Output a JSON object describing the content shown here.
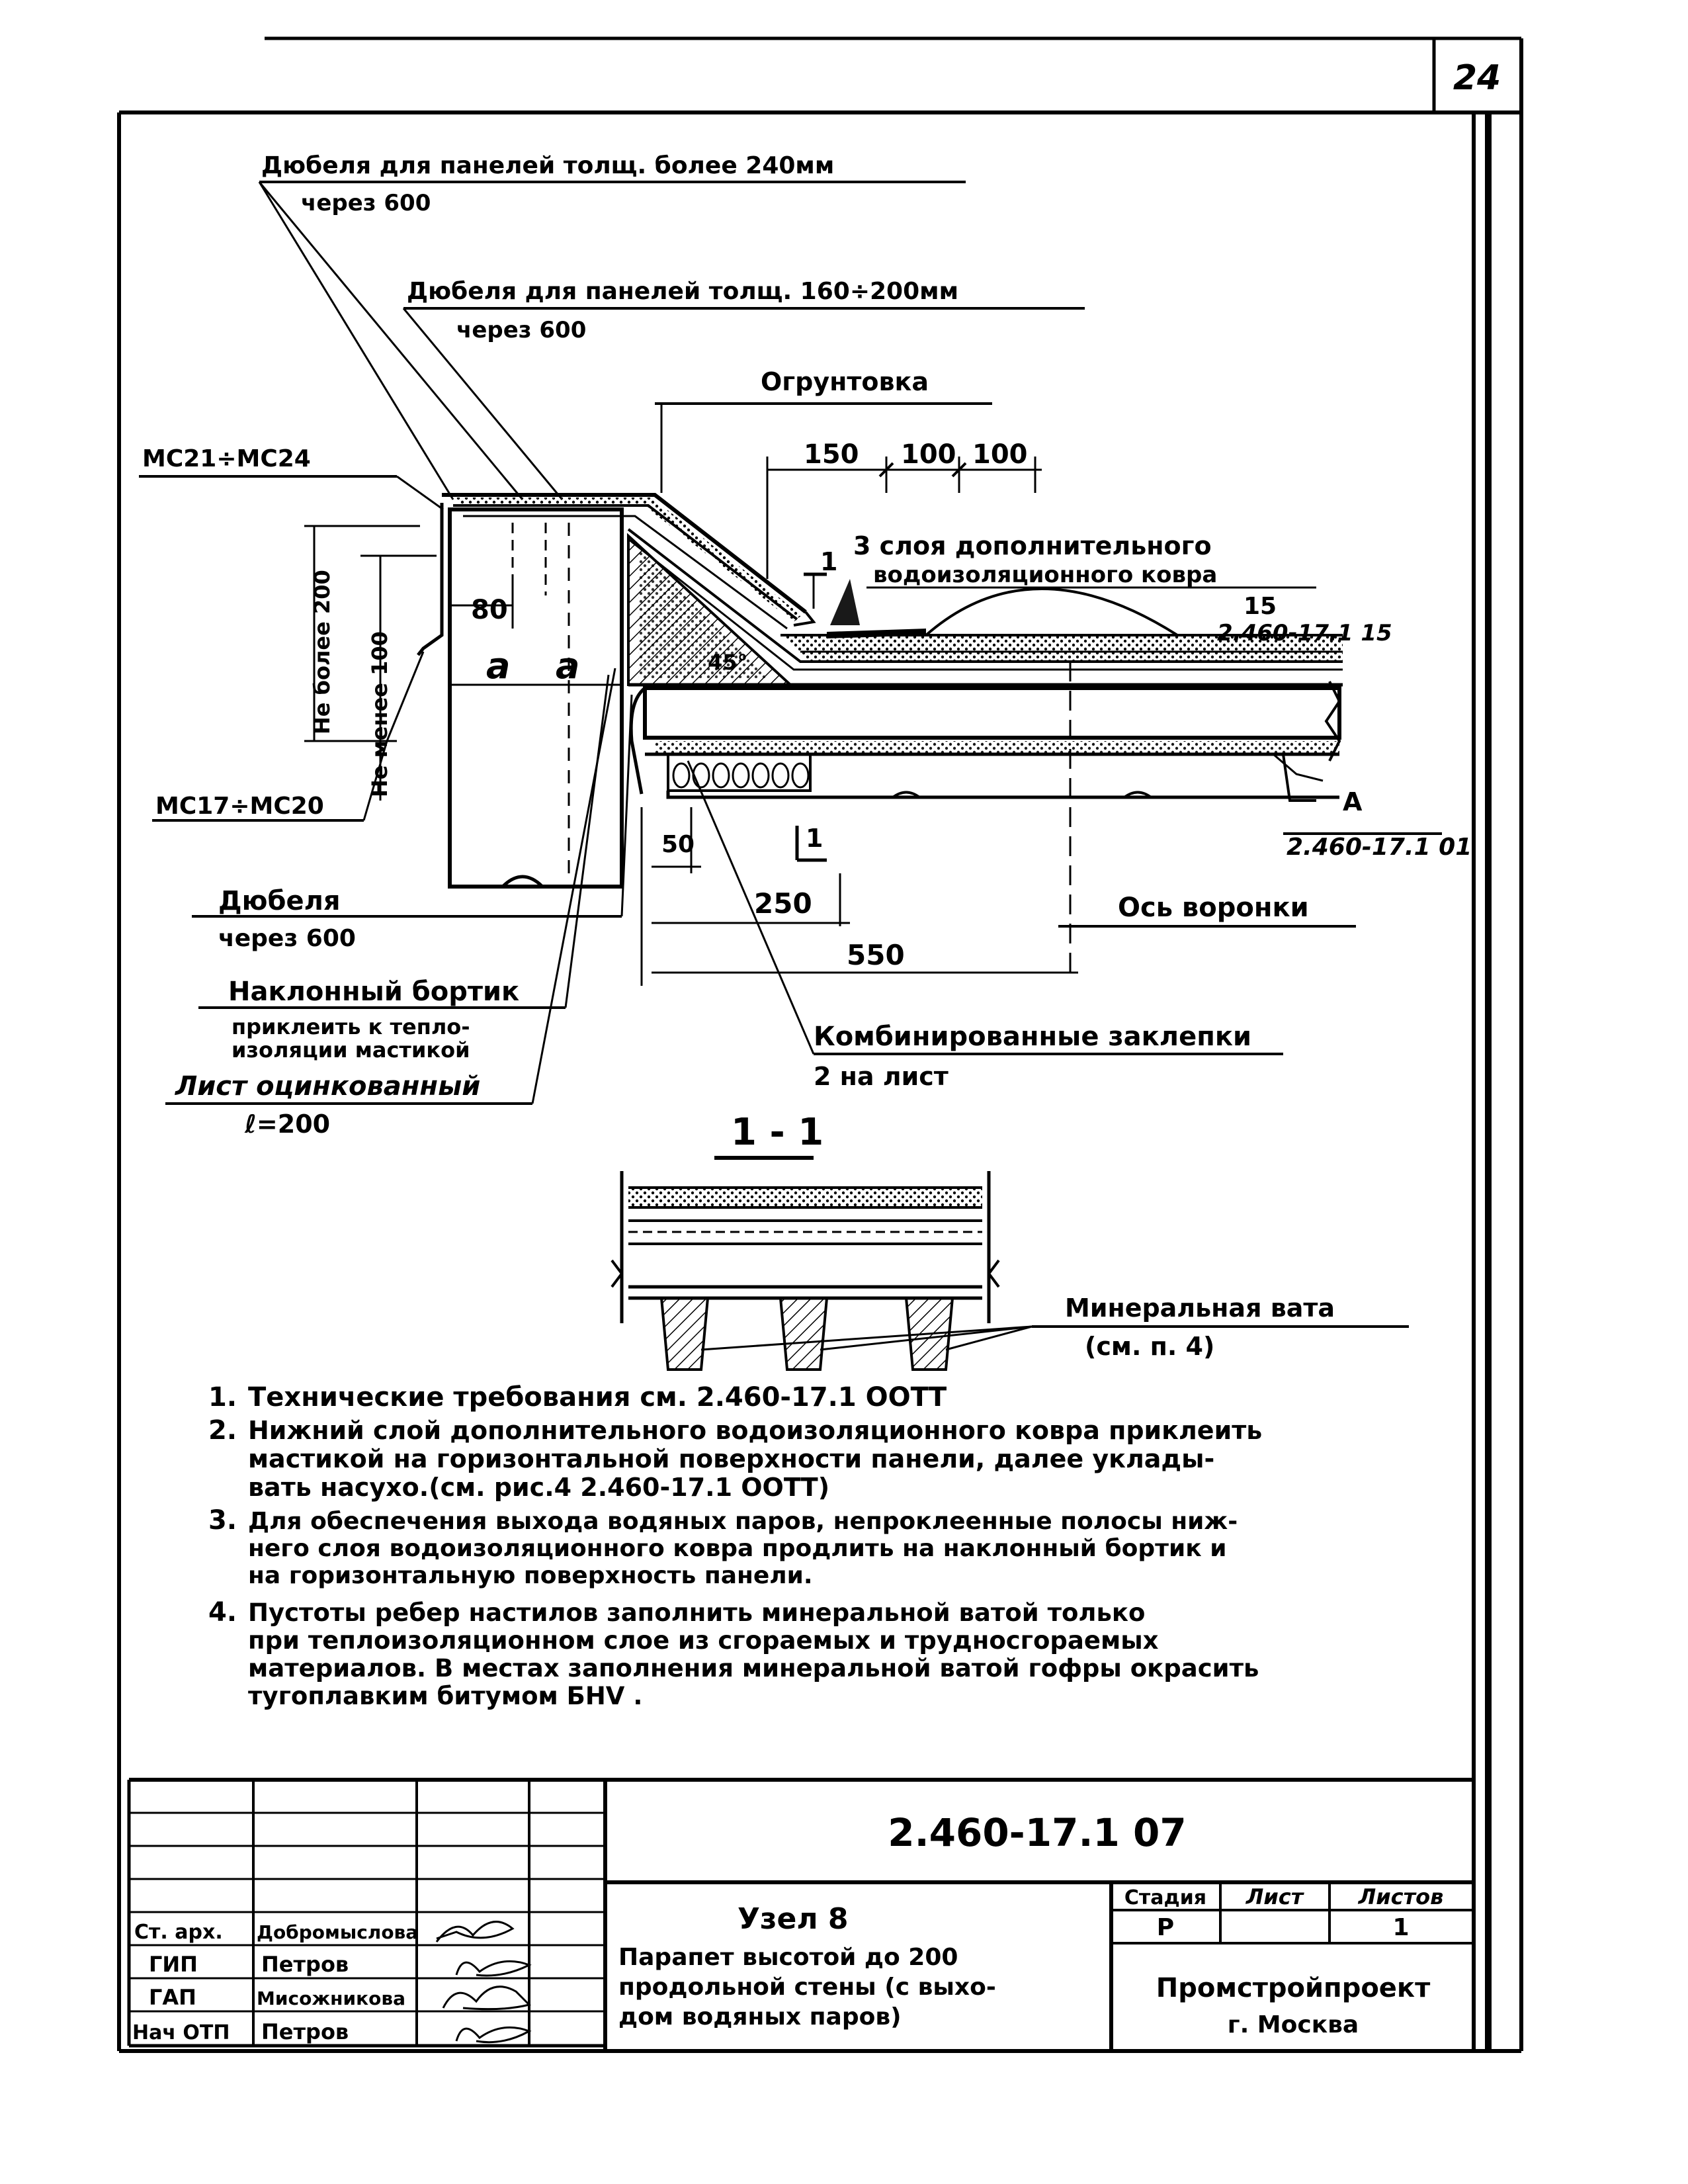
{
  "sheet_number": "24",
  "labels": {
    "dowels_thick": "Дюбеля для панелей толщ. более 240мм",
    "dowels_thick_step": "через 600",
    "dowels_mid": "Дюбеля для панелей толщ. 160÷200мм",
    "dowels_mid_step": "через 600",
    "priming": "Огрунтовка",
    "mc21": "МС21÷МС24",
    "mc17": "МС17÷МС20",
    "not_more_200": "Не более 200",
    "not_less_100": "Не менее 100",
    "a_left": "a",
    "a_right": "a",
    "dim_80": "80",
    "dim_150": "150",
    "dim_100a": "100",
    "dim_100b": "100",
    "layers_line1": "3 слоя дополнительного",
    "layers_line2": "водоизоляционного ковра",
    "num_15": "15",
    "ref_15": "2.460-17.1 15",
    "angle": "45°",
    "cut_mark_top": "1",
    "cut_mark_bottom": "1",
    "view_a": "А",
    "ref_a": "2.460-17.1 01",
    "dim_50": "50",
    "dim_250": "250",
    "dim_550": "550",
    "funnel_axis": "Ось воронки",
    "dowels": "Дюбеля",
    "dowels_step": "через 600",
    "slope_curb": "Наклонный бортик",
    "glue_line1": "приклеить к тепло-",
    "glue_line2": "изоляции мастикой",
    "galv_sheet": "Лист оцинкованный",
    "galv_len": "ℓ=200",
    "rivets": "Комбинированные заклепки",
    "rivets_step": "2 на лист",
    "section_title": "1 - 1",
    "mineral_wool": "Минеральная вата",
    "mineral_ref": "(см. п. 4)"
  },
  "notes": [
    {
      "num": "1.",
      "lines": [
        "Технические требования  см. 2.460-17.1 ООТТ"
      ]
    },
    {
      "num": "2.",
      "lines": [
        "Нижний слой дополнительного водоизоляционного ковра приклеить",
        "мастикой на горизонтальной поверхности панели, далее уклады-",
        "вать насухо.(см. рис.4  2.460-17.1 ООТТ)"
      ]
    },
    {
      "num": "3.",
      "lines": [
        "Для обеспечения выхода водяных паров,  непроклеенные полосы ниж-",
        "него слоя водоизоляционного ковра продлить на наклонный бортик и",
        "на  горизонтальную поверхность панели."
      ]
    },
    {
      "num": "4.",
      "lines": [
        "Пустоты ребер настилов заполнить минеральной ватой только",
        "при теплоизоляционном слое из сгораемых и трудносгораемых",
        "материалов. В местах заполнения минеральной ватой гофры окрасить",
        "тугоплавким битумом БНV ."
      ]
    }
  ],
  "title_block": {
    "designation": "2.460-17.1 07",
    "node": "Узел 8",
    "description": [
      "Парапет высотой до 200",
      "продольной стены (с выхо-",
      "дом водяных паров)"
    ],
    "stage_header": "Стадия",
    "sheet_header": "Лист",
    "sheets_header": "Листов",
    "stage": "Р",
    "sheet": "",
    "sheets": "1",
    "org": "Промстройпроект",
    "city": "г. Москва",
    "staff": [
      {
        "role": "Ст. арх.",
        "name": "Добромыслова"
      },
      {
        "role": "ГИП",
        "name": "Петров"
      },
      {
        "role": "ГАП",
        "name": "Мисожникова"
      },
      {
        "role": "Нач ОТП",
        "name": "Петров"
      }
    ]
  }
}
